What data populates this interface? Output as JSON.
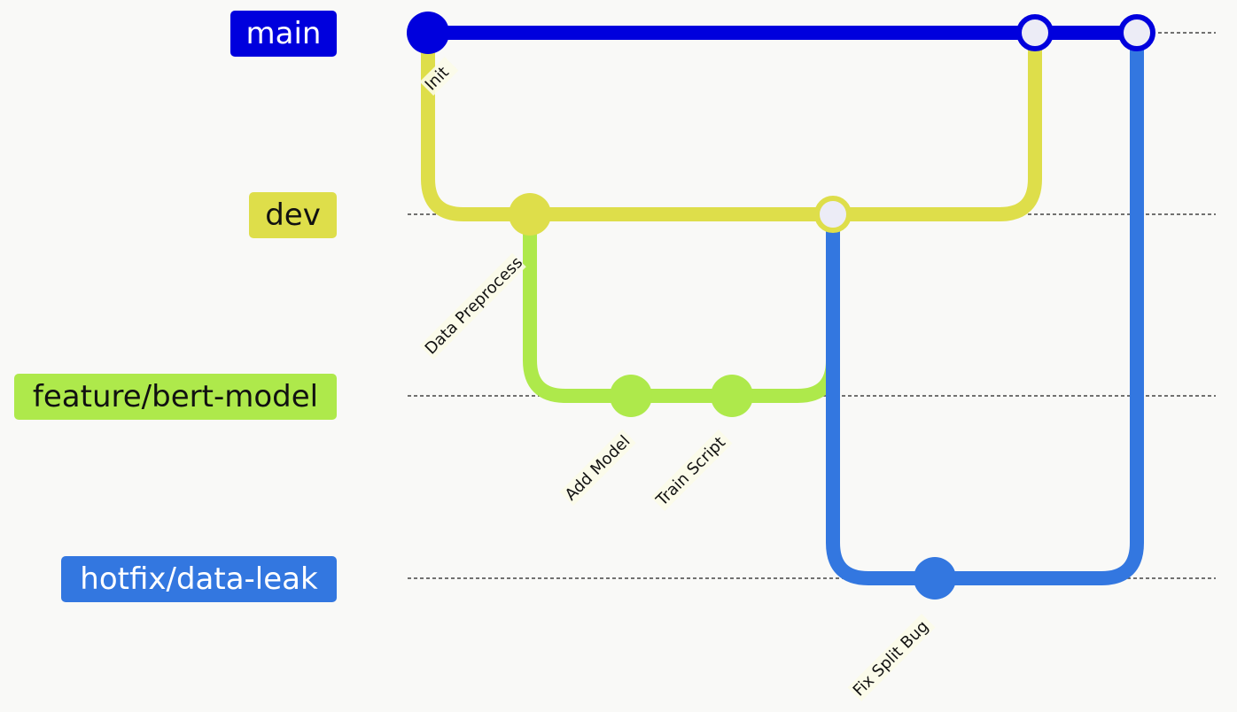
{
  "branches": [
    {
      "name": "main",
      "color": "#0000dd",
      "text_color": "#ffffff"
    },
    {
      "name": "dev",
      "color": "#dede4a",
      "text_color": "#111111"
    },
    {
      "name": "feature/bert-model",
      "color": "#aee94b",
      "text_color": "#111111"
    },
    {
      "name": "hotfix/data-leak",
      "color": "#3377e0",
      "text_color": "#ffffff"
    }
  ],
  "commits": [
    {
      "id": "Init",
      "branch": "main",
      "type": "normal",
      "label": "Init"
    },
    {
      "id": "Data Preprocess",
      "branch": "dev",
      "type": "normal",
      "label": "Data Preprocess"
    },
    {
      "id": "Add Model",
      "branch": "feature/bert-model",
      "type": "normal",
      "label": "Add Model"
    },
    {
      "id": "Train Script",
      "branch": "feature/bert-model",
      "type": "normal",
      "label": "Train Script"
    },
    {
      "id": "merge-feature-into-dev",
      "branch": "dev",
      "type": "merge",
      "label": ""
    },
    {
      "id": "Fix Split Bug",
      "branch": "hotfix/data-leak",
      "type": "normal",
      "label": "Fix Split Bug"
    },
    {
      "id": "merge-dev-into-main",
      "branch": "main",
      "type": "merge",
      "label": ""
    },
    {
      "id": "merge-hotfix-into-main",
      "branch": "main",
      "type": "merge",
      "label": ""
    }
  ],
  "merge_fill": "#ececf6"
}
